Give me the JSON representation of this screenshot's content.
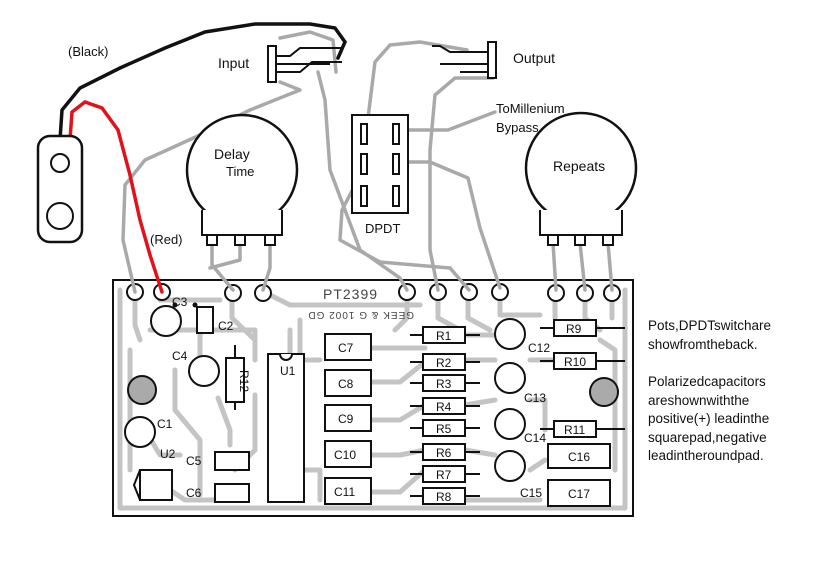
{
  "labels": {
    "black": "(Black)",
    "red": "(Red)",
    "input": "Input",
    "output": "Output",
    "bypass_line1": "ToMillenium",
    "bypass_line2": "Bypass",
    "delay_line1": "Delay",
    "delay_line2": "Time",
    "repeats": "Repeats",
    "dpdt": "DPDT"
  },
  "board": {
    "title": "PT2399",
    "mirror_text": "GEEK & G 1002 GD",
    "components": {
      "c1": "C1",
      "c2": "C2",
      "c3": "C3",
      "c4": "C4",
      "c5": "C5",
      "c6": "C6",
      "c7": "C7",
      "c8": "C8",
      "c9": "C9",
      "c10": "C10",
      "c11": "C11",
      "c12": "C12",
      "c13": "C13",
      "c14": "C14",
      "c15": "C15",
      "c16": "C16",
      "c17": "C17",
      "r1": "R1",
      "r2": "R2",
      "r3": "R3",
      "r4": "R4",
      "r5": "R5",
      "r6": "R6",
      "r7": "R7",
      "r8": "R8",
      "r9": "R9",
      "r10": "R10",
      "r11": "R11",
      "r12": "R12",
      "u1": "U1",
      "u2": "U2"
    }
  },
  "notes": {
    "pots": [
      "Pots,DPDTswitchare",
      "showfromtheback."
    ],
    "caps": [
      "Polarizedcapacitors",
      "areshownwiththe",
      "positive(+) leadinthe",
      "squarepad,negative",
      "leadintheroundpad."
    ]
  },
  "colors": {
    "wire_gray": "#a9a9a9",
    "wire_red": "#e0121a",
    "wire_black": "#111111",
    "trace_gray": "#c4c4c4",
    "ink": "#111111"
  }
}
